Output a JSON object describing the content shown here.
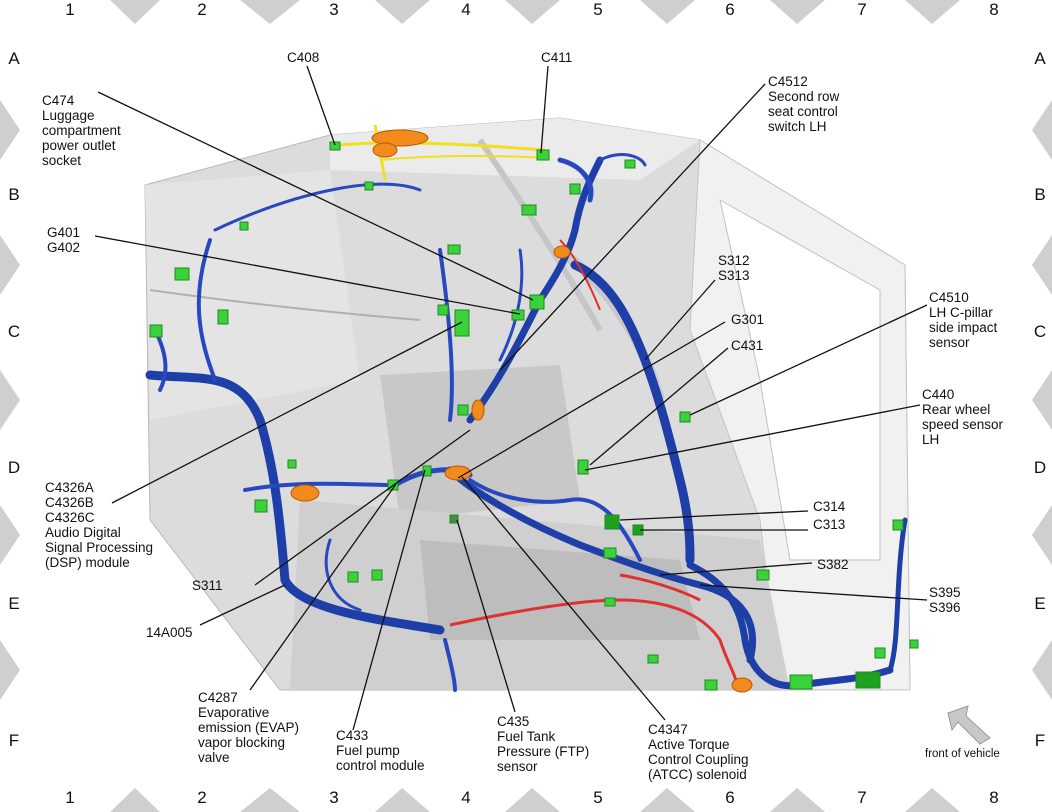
{
  "grid": {
    "columns": [
      "1",
      "2",
      "3",
      "4",
      "5",
      "6",
      "7",
      "8"
    ],
    "rows": [
      "A",
      "B",
      "C",
      "D",
      "E",
      "F"
    ]
  },
  "labels": {
    "c408": "C408",
    "c411": "C411",
    "c474": "C474\nLuggage\ncompartment\npower outlet\nsocket",
    "c4512": "C4512\nSecond row\nseat control\nswitch LH",
    "g401": "G401\nG402",
    "s312": "S312\nS313",
    "g301": "G301",
    "c431": "C431",
    "c4510": "C4510\nLH C-pillar\nside impact\nsensor",
    "c440": "C440\nRear wheel\nspeed sensor\nLH",
    "c4326": "C4326A\nC4326B\nC4326C\nAudio Digital\nSignal Processing\n(DSP) module",
    "c314": "C314",
    "c313": "C313",
    "s382": "S382",
    "s395": "S395\nS396",
    "s311": "S311",
    "h14a005": "14A005",
    "c4287": "C4287\nEvaporative\nemission (EVAP)\nvapor blocking\nvalve",
    "c433": "C433\nFuel pump\ncontrol module",
    "c435": "C435\nFuel Tank\nPressure (FTP)\nsensor",
    "c4347": "C4347\nActive Torque\nControl Coupling\n(ATCC) solenoid"
  },
  "front_of_vehicle": "front of vehicle",
  "colors": {
    "harness_blue": "#1f3fa8",
    "connector_green": "#3bd13b",
    "highlight_orange": "#f28a1c",
    "wire_red": "#e03030",
    "wire_yellow": "#f0e020",
    "body_grey": "#d8d8d8"
  }
}
